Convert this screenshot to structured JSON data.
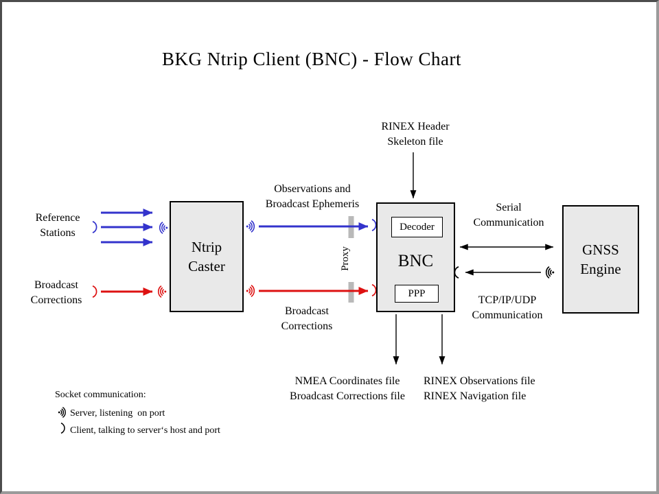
{
  "colors": {
    "blue": "#3333cc",
    "red": "#dd1111",
    "ink": "#000000",
    "boxfill": "#e9e9e9",
    "proxyfill": "#b9b9b9",
    "framedark": "#4d4d4d",
    "framelight": "#9a9a9a"
  },
  "title": "BKG Ntrip Client (BNC)  -  Flow Chart",
  "nodes": {
    "ntrip_caster": {
      "line1": "Ntrip",
      "line2": "Caster"
    },
    "bnc": {
      "label": "BNC",
      "decoder": "Decoder",
      "ppp": "PPP"
    },
    "gnss_engine": {
      "line1": "GNSS",
      "line2": "Engine"
    }
  },
  "labels": {
    "reference_stations": {
      "line1": "Reference",
      "line2": "Stations"
    },
    "broadcast_corrections_input": {
      "line1": "Broadcast",
      "line2": "Corrections"
    },
    "observations_ephemeris": {
      "line1": "Observations and",
      "line2": "Broadcast Ephemeris"
    },
    "broadcast_corrections_stream": {
      "line1": "Broadcast",
      "line2": "Corrections"
    },
    "rinex_header": {
      "line1": "RINEX Header",
      "line2": "Skeleton file"
    },
    "serial_comm": {
      "line1": "Serial",
      "line2": "Communication"
    },
    "tcp_comm": {
      "line1": "TCP/IP/UDP",
      "line2": "Communication"
    },
    "proxy": "Proxy",
    "nmea_output": {
      "line1": "NMEA Coordinates file",
      "line2": "Broadcast Corrections file"
    },
    "rinex_output": {
      "line1": "RINEX Observations file",
      "line2": "RINEX Navigation file"
    }
  },
  "legend": {
    "title": "Socket communication:",
    "server_item": "Server, listening  on port",
    "client_item": "Client, talking to server‘s host and port"
  }
}
